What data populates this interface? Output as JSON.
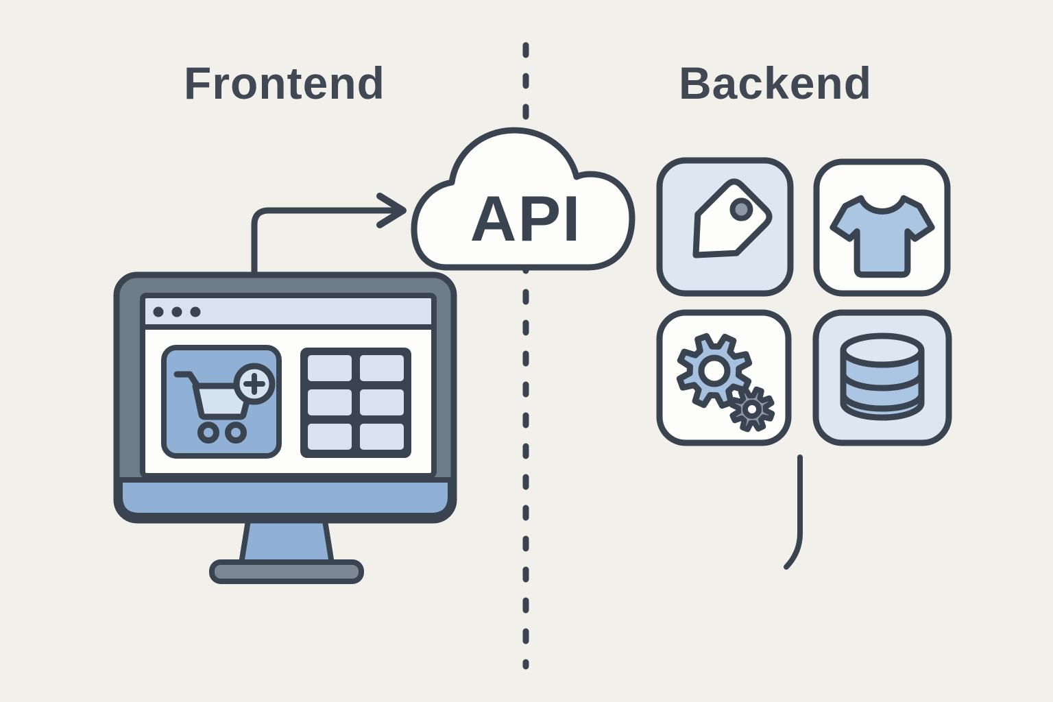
{
  "diagram": {
    "title": "Frontend and Backend architecture with API cloud",
    "frontend_label": "Frontend",
    "backend_label": "Backend",
    "api_label": "API"
  },
  "frontend": {
    "icons": [
      "monitor",
      "browser-window",
      "shopping-cart-add",
      "product-grid"
    ]
  },
  "backend": {
    "icons": [
      "price-tag",
      "t-shirt",
      "gears",
      "database"
    ]
  },
  "connectors": [
    "arrow-monitor-to-api",
    "dashed-divider",
    "backend-curve"
  ],
  "palette": {
    "background": "#f2f0eb",
    "outline": "#3a4450",
    "text": "#3f4853",
    "frame_gray": "#6e7b89",
    "base_gray": "#7b8894",
    "panel_blue": "#90b1d5",
    "fill_blue": "#abc6e2",
    "cell_blue": "#d8e3ef",
    "icon_bg": "#dce7f2",
    "cart_light": "#d5e2ef",
    "gear_blue": "#a5c1df",
    "gear_gray": "#8d98a4",
    "white": "#fdfdfc"
  }
}
